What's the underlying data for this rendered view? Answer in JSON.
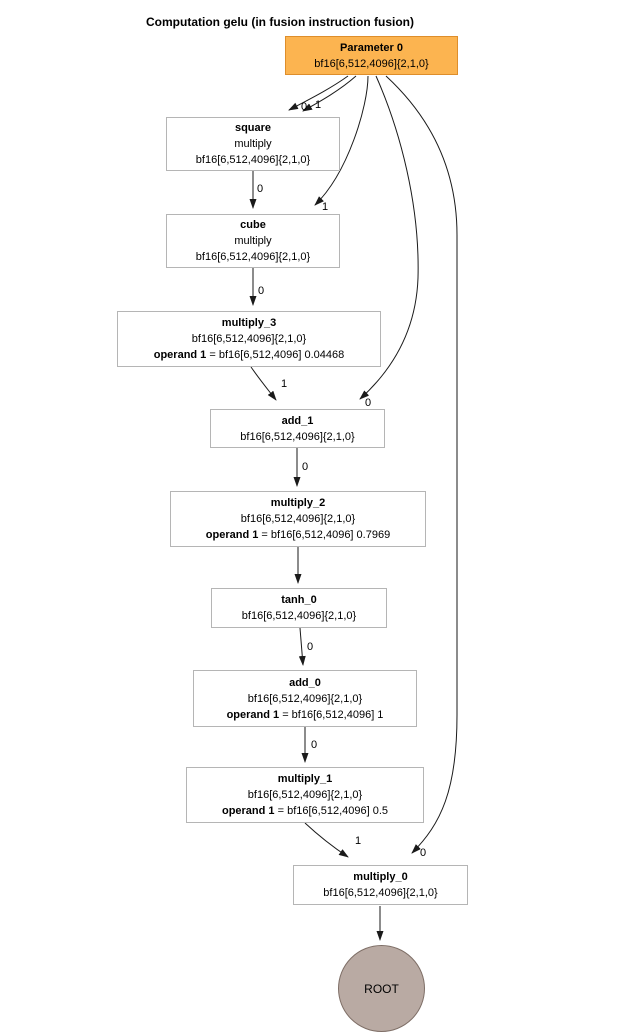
{
  "title": "Computation gelu (in fusion instruction fusion)",
  "colors": {
    "parameter_fill": "#FCB450",
    "parameter_border": "#DE8E2B",
    "node_fill": "#FFFFFF",
    "node_border": "#B5B5B5",
    "root_fill": "#B9AAA3",
    "root_border": "#7E6E66",
    "edge_color": "#1A1A1A"
  },
  "nodes": {
    "parameter0": {
      "title": "Parameter 0",
      "shape": "bf16[6,512,4096]{2,1,0}"
    },
    "square": {
      "title": "square",
      "op": "multiply",
      "shape": "bf16[6,512,4096]{2,1,0}"
    },
    "cube": {
      "title": "cube",
      "op": "multiply",
      "shape": "bf16[6,512,4096]{2,1,0}"
    },
    "multiply_3": {
      "title": "multiply_3",
      "shape": "bf16[6,512,4096]{2,1,0}",
      "operand_label": "operand 1",
      "operand_rest": " = bf16[6,512,4096] 0.04468"
    },
    "add_1": {
      "title": "add_1",
      "shape": "bf16[6,512,4096]{2,1,0}"
    },
    "multiply_2": {
      "title": "multiply_2",
      "shape": "bf16[6,512,4096]{2,1,0}",
      "operand_label": "operand 1",
      "operand_rest": " = bf16[6,512,4096] 0.7969"
    },
    "tanh_0": {
      "title": "tanh_0",
      "shape": "bf16[6,512,4096]{2,1,0}"
    },
    "add_0": {
      "title": "add_0",
      "shape": "bf16[6,512,4096]{2,1,0}",
      "operand_label": "operand 1",
      "operand_rest": " = bf16[6,512,4096] 1"
    },
    "multiply_1": {
      "title": "multiply_1",
      "shape": "bf16[6,512,4096]{2,1,0}",
      "operand_label": "operand 1",
      "operand_rest": " = bf16[6,512,4096] 0.5"
    },
    "multiply_0": {
      "title": "multiply_0",
      "shape": "bf16[6,512,4096]{2,1,0}"
    },
    "root": {
      "title": "ROOT"
    }
  },
  "edges": [
    {
      "from": "Parameter 0",
      "to": "square",
      "label": "0"
    },
    {
      "from": "Parameter 0",
      "to": "square",
      "label": "1"
    },
    {
      "from": "square",
      "to": "cube",
      "label": "0"
    },
    {
      "from": "Parameter 0",
      "to": "cube",
      "label": "1"
    },
    {
      "from": "cube",
      "to": "multiply_3",
      "label": "0"
    },
    {
      "from": "multiply_3",
      "to": "add_1",
      "label": "1"
    },
    {
      "from": "Parameter 0",
      "to": "add_1",
      "label": "0"
    },
    {
      "from": "add_1",
      "to": "multiply_2",
      "label": "0"
    },
    {
      "from": "multiply_2",
      "to": "tanh_0",
      "label": ""
    },
    {
      "from": "tanh_0",
      "to": "add_0",
      "label": "0"
    },
    {
      "from": "add_0",
      "to": "multiply_1",
      "label": "0"
    },
    {
      "from": "multiply_1",
      "to": "multiply_0",
      "label": "1"
    },
    {
      "from": "Parameter 0",
      "to": "multiply_0",
      "label": "0"
    },
    {
      "from": "multiply_0",
      "to": "ROOT",
      "label": ""
    }
  ]
}
